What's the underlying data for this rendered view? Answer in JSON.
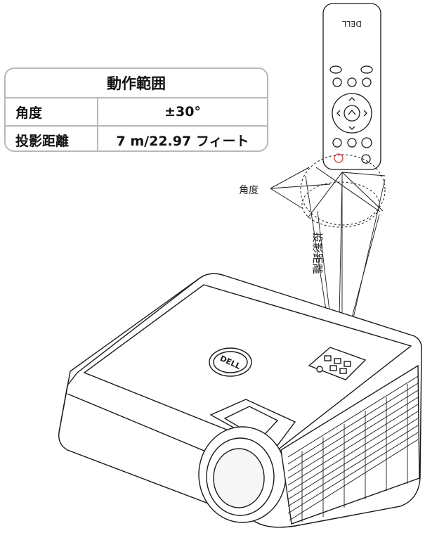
{
  "table": {
    "title": "動作範囲",
    "rows": [
      {
        "label": "角度",
        "value": "±30°"
      },
      {
        "label": "投影距離",
        "value": "7 m/22.97 フィート"
      }
    ]
  },
  "diagram": {
    "angle_label": "角度",
    "distance_label": "投影距離",
    "logo_text": "DELL"
  },
  "colors": {
    "line": "#1a1a1a",
    "border": "#b8b8b8",
    "accent_red": "#d94040"
  }
}
